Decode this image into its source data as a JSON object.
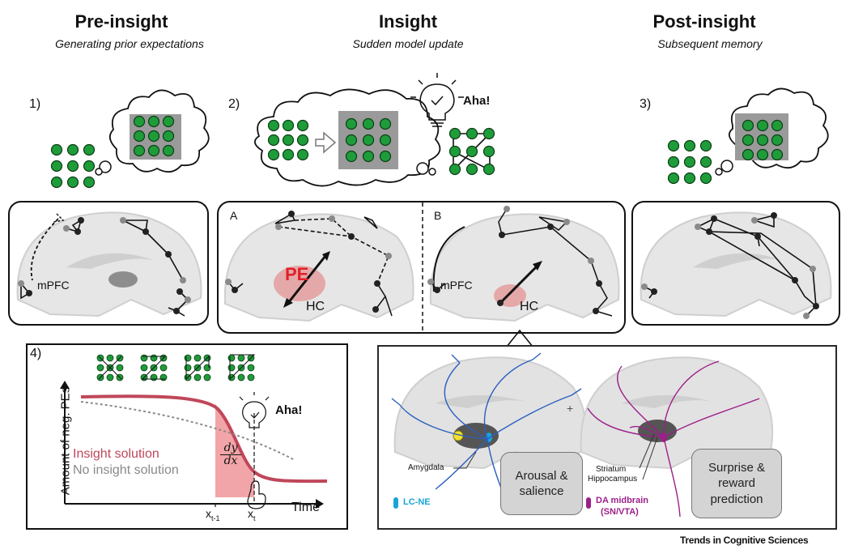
{
  "columns": [
    {
      "title": "Pre-insight",
      "subtitle": "Generating prior expectations"
    },
    {
      "title": "Insight",
      "subtitle": "Sudden model update"
    },
    {
      "title": "Post-insight",
      "subtitle": "Subsequent memory"
    }
  ],
  "steps": [
    "1)",
    "2)",
    "3)",
    "4)"
  ],
  "aha": "Aha!",
  "brain": {
    "mpfc": "mPFC",
    "pe": "PE",
    "hc": "HC",
    "label_a": "A",
    "label_b": "B"
  },
  "panel4": {
    "ylabel": "Amount of neg. PEs",
    "xlabel": "Time",
    "series": [
      "Insight solution",
      "No insight solution"
    ],
    "ticks": [
      "x",
      "t-1",
      "x",
      "t"
    ],
    "deriv_num": "dy",
    "deriv_den": "dx",
    "aha": "Aha!"
  },
  "neuro": {
    "amygdala": "Amygdala",
    "striatum": "Striatum",
    "hippocampus": "Hippocampus",
    "plus": "+",
    "lc": "LC-NE",
    "da": "DA midbrain",
    "da2": "(SN/VTA)",
    "box1_l1": "Arousal &",
    "box1_l2": "salience",
    "box2_l1": "Surprise &",
    "box2_l2": "reward",
    "box2_l3": "prediction"
  },
  "footer": "Trends in Cognitive Sciences",
  "colors": {
    "green": "#1f9c3a",
    "insight": "#c0475a",
    "noinsight": "#8a8a8a",
    "lc": "#1aa3d8",
    "da": "#9c1f8a"
  }
}
